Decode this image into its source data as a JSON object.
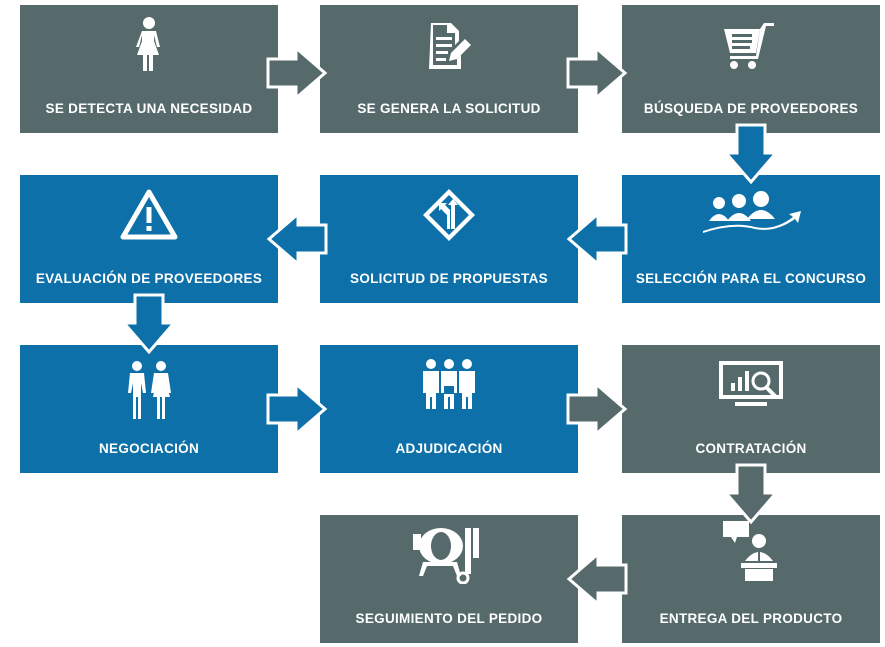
{
  "colors": {
    "gray": "#566a6b",
    "blue": "#0d70a9",
    "arrow_outline": "#ffffff"
  },
  "steps": [
    {
      "id": 1,
      "label": "SE DETECTA UNA NECESIDAD",
      "icon": "person-icon",
      "color": "gray"
    },
    {
      "id": 2,
      "label": "SE GENERA LA SOLICITUD",
      "icon": "document-edit-icon",
      "color": "gray"
    },
    {
      "id": 3,
      "label": "BÚSQUEDA DE PROVEEDORES",
      "icon": "shopping-cart-icon",
      "color": "gray"
    },
    {
      "id": 4,
      "label": "SELECCIÓN PARA EL CONCURSO",
      "icon": "team-growth-icon",
      "color": "blue"
    },
    {
      "id": 5,
      "label": "SOLICITUD DE PROPUESTAS",
      "icon": "road-sign-icon",
      "color": "blue"
    },
    {
      "id": 6,
      "label": "EVALUACIÓN DE PROVEEDORES",
      "icon": "warning-icon",
      "color": "blue"
    },
    {
      "id": 7,
      "label": "NEGOCIACIÓN",
      "icon": "business-people-icon",
      "color": "blue"
    },
    {
      "id": 8,
      "label": "ADJUDICACIÓN",
      "icon": "team-icon",
      "color": "blue"
    },
    {
      "id": 9,
      "label": "CONTRATACIÓN",
      "icon": "monitor-chart-icon",
      "color": "gray"
    },
    {
      "id": 10,
      "label": "ENTREGA DEL PRODUCTO",
      "icon": "presenter-icon",
      "color": "gray"
    },
    {
      "id": 11,
      "label": "SEGUIMIENTO DEL PEDIDO",
      "icon": "cement-mixer-icon",
      "color": "gray"
    }
  ],
  "arrows": [
    {
      "from": 1,
      "to": 2,
      "direction": "right",
      "color": "gray"
    },
    {
      "from": 2,
      "to": 3,
      "direction": "right",
      "color": "gray"
    },
    {
      "from": 3,
      "to": 4,
      "direction": "down",
      "color": "blue"
    },
    {
      "from": 4,
      "to": 5,
      "direction": "left",
      "color": "blue"
    },
    {
      "from": 5,
      "to": 6,
      "direction": "left",
      "color": "blue"
    },
    {
      "from": 6,
      "to": 7,
      "direction": "down",
      "color": "blue"
    },
    {
      "from": 7,
      "to": 8,
      "direction": "right",
      "color": "blue"
    },
    {
      "from": 8,
      "to": 9,
      "direction": "right",
      "color": "gray"
    },
    {
      "from": 9,
      "to": 10,
      "direction": "down",
      "color": "gray"
    },
    {
      "from": 10,
      "to": 11,
      "direction": "left",
      "color": "gray"
    }
  ]
}
